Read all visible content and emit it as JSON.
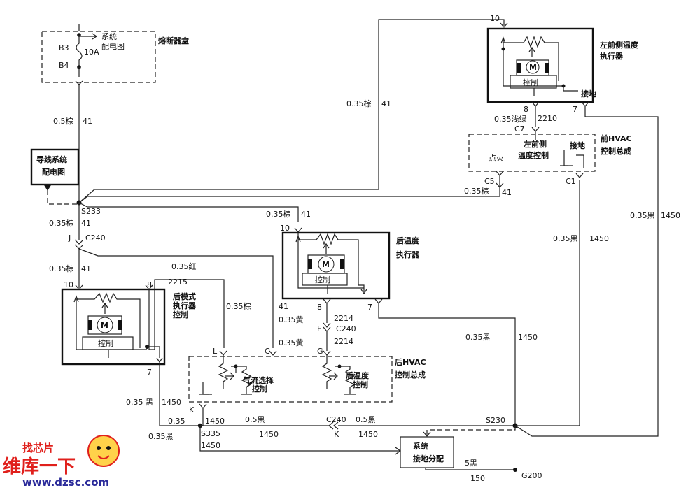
{
  "labels": {
    "fuse_box": "熔断器盒",
    "fuse_b3": "B3",
    "fuse_b4": "B4",
    "fuse_rating": "10A",
    "fuse_sys_1": "系统",
    "fuse_sys_2": "配电图",
    "wire_05brown": "0.5棕",
    "wire_41": "41",
    "wiring_sys_1": "导线系统",
    "wiring_sys_2": "配电图",
    "s233": "S233",
    "w035brown_a": "0.35棕",
    "w41_a": "41",
    "conn_j": "J",
    "c240_a": "C240",
    "w035brown_b": "0.35棕",
    "w41_b": "41",
    "pin10_a": "10",
    "w035red": "0.35红",
    "pin8_a": "8",
    "w2215": "2215",
    "rear_mode_1": "后模式",
    "rear_mode_2": "执行器",
    "rear_mode_3": "控制",
    "ctrl_a": "控制",
    "motor_a": "M",
    "pin7_a": "7",
    "w035brown_c": "0.35棕",
    "w035black_a": "0.35 黑",
    "w1450_a": "1450",
    "top_035brown": "0.35棕",
    "top_41": "41",
    "mid_035brown": "0.35棕",
    "mid_41": "41",
    "pin10_b": "10",
    "rear_temp_1": "后温度",
    "rear_temp_2": "执行器",
    "motor_b": "M",
    "ctrl_b": "控制",
    "pin8_b": "8",
    "w2214_a": "2214",
    "conn_e": "E",
    "c240_b": "C240",
    "w2214_b": "2214",
    "pin7_b": "7",
    "w41_c": "41",
    "w035yellow_a": "0.35黄",
    "w035yellow_b": "0.35黄",
    "pin_l": "L",
    "pin_c": "C",
    "pin_g": "G",
    "airflow_1": "气流选择",
    "airflow_2": "控制",
    "rear_temp_ctrl_1": "后温度",
    "rear_temp_ctrl_2": "控制",
    "rear_hvac_1": "后HVAC",
    "rear_hvac_2": "控制总成",
    "pin10_c": "10",
    "lf_temp_1": "左前侧温度",
    "lf_temp_2": "执行器",
    "motor_c": "M",
    "ctrl_c": "控制",
    "ground_a": "接地",
    "pin8_c": "8",
    "pin7_c": "7",
    "w035lightgreen": "0.35浅绿",
    "w2210": "2210",
    "c7": "C7",
    "lf_temp_ctrl_1": "左前侧",
    "lf_temp_ctrl_2": "温度控制",
    "ground_b": "接地",
    "ignition": "点火",
    "front_hvac_1": "前HVAC",
    "front_hvac_2": "控制总成",
    "c5": "C5",
    "c1": "C1",
    "w035brown_d": "0.35棕",
    "w41_d": "41",
    "w035black_b": "0.35黑",
    "w1450_b": "1450",
    "w035black_c": "0.35黑",
    "w1450_c": "1450",
    "w035black_d": "0.35黑",
    "w1450_d": "1450",
    "conn_k_a": "K",
    "w035_k": "0.35",
    "w1450_e": "1450",
    "w05black_a": "0.5黑",
    "c240_c": "C240",
    "w05black_b": "0.5黑",
    "s230": "S230",
    "s335": "S335",
    "w1450_f": "1450",
    "conn_k_b": "K",
    "w1450_g": "1450",
    "w035black_e": "0.35黑",
    "w1450_h": "1450",
    "sys_ground_1": "系统",
    "sys_ground_2": "接地分配",
    "w5black": "5黑",
    "w150": "150",
    "g200": "G200"
  },
  "watermark": {
    "brand_top": "找芯片",
    "brand_cn": "维库一下",
    "url": "www.dzsc.com"
  },
  "colors": {
    "line": "#222222",
    "watermark_red": "#e0201c",
    "watermark_blue": "#2a2a9a"
  }
}
